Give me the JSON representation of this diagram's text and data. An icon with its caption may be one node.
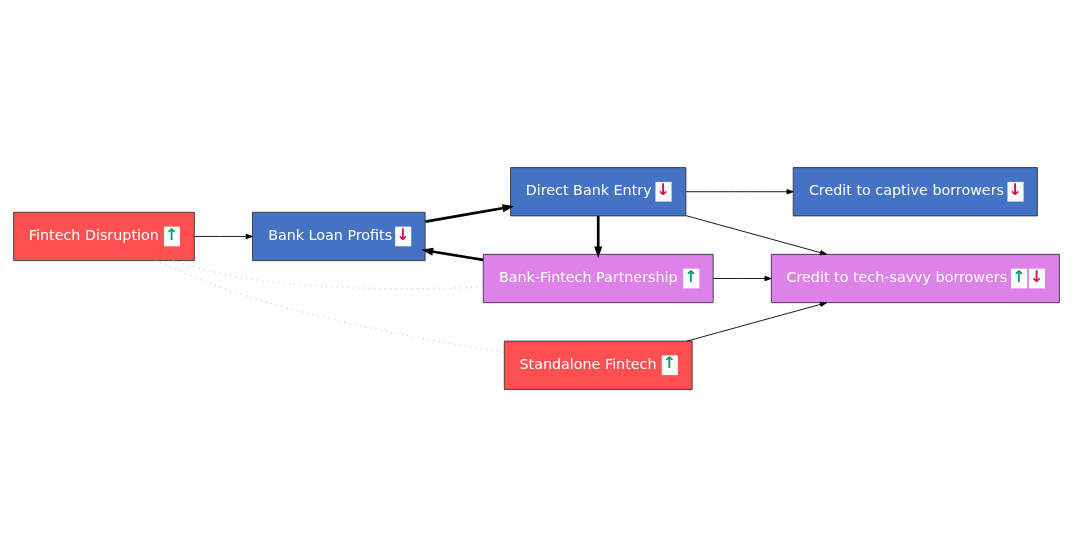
{
  "diagram": {
    "nodes": [
      {
        "text": [
          "Fintech Disruption",
          "↑"
        ]
      },
      {
        "text": [
          "Bank Loan Profits",
          "↓"
        ]
      },
      {
        "text": [
          "Direct Bank Entry",
          "↓"
        ]
      },
      {
        "text": [
          "Credit to captive borrowers",
          "↓"
        ]
      },
      {
        "text": [
          "Credit to tech-savvy borrowers",
          "↑",
          "↓"
        ]
      },
      {
        "text": [
          "Bank-Fintech Partnership",
          "↑"
        ]
      },
      {
        "text": [
          "Standalone Fintech",
          "↑"
        ]
      }
    ],
    "edges": [
      {
        "from": 0,
        "to": 1,
        "arrow": "to"
      },
      {
        "from": 1,
        "to": 2,
        "arrow": "to",
        "style": "thick"
      },
      {
        "from": 2,
        "to": 3,
        "arrow": "to"
      },
      {
        "from": 2,
        "to": 4,
        "arrow": "to"
      },
      {
        "from": 2,
        "to": 5,
        "arrow": "to",
        "style": "thick"
      },
      {
        "from": 5,
        "to": 1,
        "arrow": "to",
        "style": "thick"
      },
      {
        "from": 5,
        "to": 4,
        "arrow": "to"
      },
      {
        "from": 6,
        "to": 4,
        "arrow": "to"
      },
      {
        "from": 0,
        "to": 5,
        "arrow": "none",
        "style": "dashed",
        "color": "#c0c0c0"
      },
      {
        "from": 0,
        "to": 6,
        "arrow": "none",
        "style": "dashed",
        "color": "#c0c0c0"
      }
    ]
  }
}
